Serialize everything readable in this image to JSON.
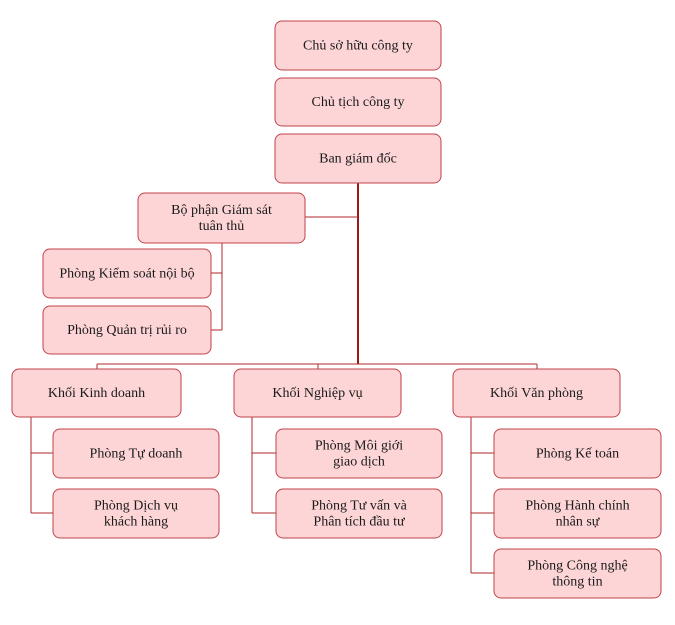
{
  "nodes": {
    "owner": [
      "Chủ sở hữu công ty"
    ],
    "chairman": [
      "Chủ tịch công ty"
    ],
    "board": [
      "Ban giám đốc"
    ],
    "compliance": [
      "Bộ phận Giám sát",
      "tuân thủ"
    ],
    "internal_control": [
      "Phòng Kiểm soát nội bộ"
    ],
    "risk_management": [
      "Phòng Quản trị rủi ro"
    ],
    "business_block": [
      "Khối Kinh doanh"
    ],
    "operations_block": [
      "Khối Nghiệp vụ"
    ],
    "office_block": [
      "Khối Văn phòng"
    ],
    "proprietary_trading": [
      "Phòng Tự doanh"
    ],
    "customer_service": [
      "Phòng Dịch vụ",
      "khách hàng"
    ],
    "brokerage": [
      "Phòng Môi giới",
      "giao dịch"
    ],
    "advisory": [
      "Phòng Tư vấn và",
      "Phân tích đầu tư"
    ],
    "accounting": [
      "Phòng Kế toán"
    ],
    "hr_admin": [
      "Phòng Hành chính",
      "nhân sự"
    ],
    "it": [
      "Phòng Công nghệ",
      "thông tin"
    ]
  }
}
